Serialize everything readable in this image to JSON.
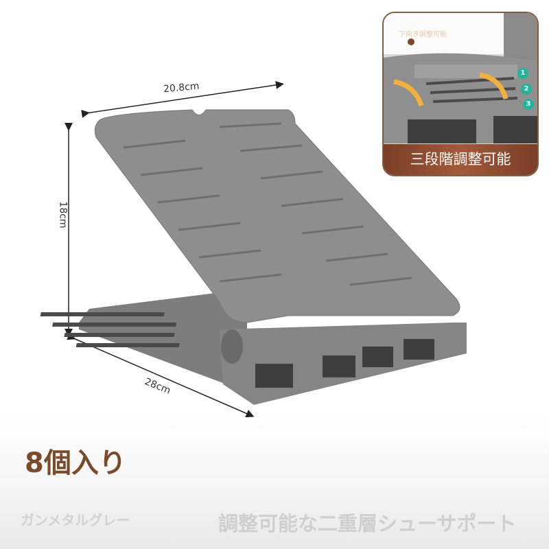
{
  "dimensions": {
    "width": "20.8cm",
    "height": "18cm",
    "depth": "28cm"
  },
  "quantity_label": "8個入り",
  "color_label": "ガンメタルグレー",
  "tagline": "調整可能な二重層シューサポート",
  "inset": {
    "caption": "三段階調整可能",
    "faint_text": "下向き調整可能",
    "steps": [
      "1",
      "2",
      "3"
    ],
    "step_color": "#1fb59a",
    "caption_color": "#8a4a2e"
  },
  "colors": {
    "product": "#8c8c8c",
    "accent": "#7a4a2a"
  }
}
